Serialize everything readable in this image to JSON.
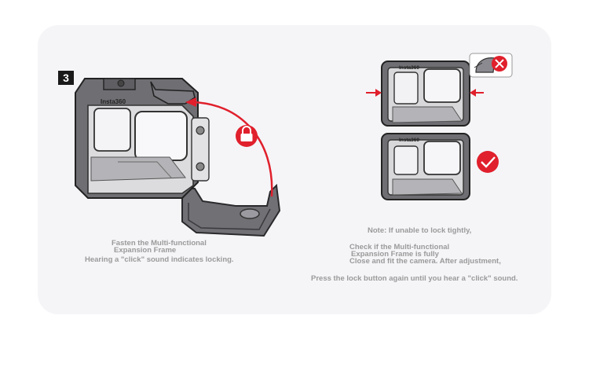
{
  "step": {
    "number": "3"
  },
  "camera": {
    "brand": "Insta360"
  },
  "left_caption": {
    "line1": "Fasten the Multi-functional",
    "line2": "Expansion Frame",
    "line3": "Hearing a \"click\" sound indicates locking."
  },
  "right_caption": {
    "line1": "Note: If unable to lock tightly,",
    "line2": "Check if the Multi-functional",
    "line3": "Expansion Frame is fully",
    "line4": "Close and fit the camera. After adjustment,",
    "line5": "Press the lock button again until you hear a \"click\" sound."
  },
  "colors": {
    "accent": "#e0202c",
    "frame": "#6e6e73",
    "card": "#f5f5f8",
    "text": "#9a9a9a"
  },
  "icons": [
    "lock-icon",
    "check-icon",
    "close-icon",
    "arrow-right-icon",
    "arrow-left-icon"
  ]
}
